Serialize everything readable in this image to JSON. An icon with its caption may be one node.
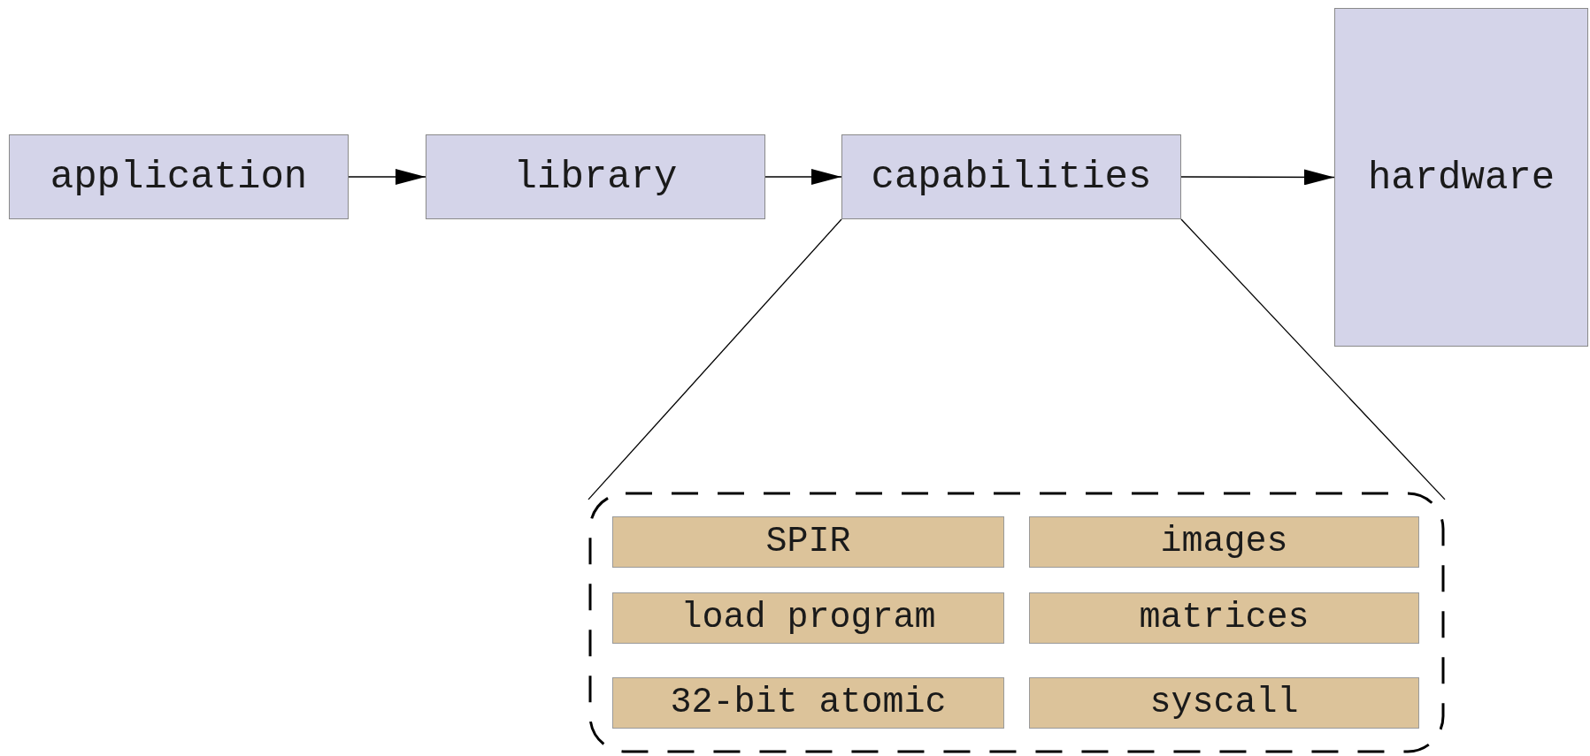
{
  "diagram": {
    "nodes": [
      {
        "text": [
          "application"
        ]
      },
      {
        "text": [
          "library"
        ]
      },
      {
        "text": [
          "capabilities"
        ]
      },
      {
        "text": [
          "hardware"
        ]
      },
      {
        "text": [],
        "shape": "box"
      },
      {
        "text": [
          "SPIR"
        ],
        "in": 4
      },
      {
        "text": [
          "images"
        ],
        "in": 4
      },
      {
        "text": [
          "load program"
        ],
        "in": 4
      },
      {
        "text": [
          "matrices"
        ],
        "in": 4
      },
      {
        "text": [
          "32-bit atomic"
        ],
        "in": 4
      },
      {
        "text": [
          "syscall"
        ],
        "in": 4
      }
    ],
    "edges": [
      {
        "from": 0,
        "to": 1,
        "arrow": "to"
      },
      {
        "from": 1,
        "to": 2,
        "arrow": "to"
      },
      {
        "from": 2,
        "to": 3,
        "arrow": "to"
      },
      {
        "from": 2,
        "to": 4,
        "arrow": "none"
      },
      {
        "from": 2,
        "to": 4,
        "arrow": "none"
      }
    ]
  }
}
